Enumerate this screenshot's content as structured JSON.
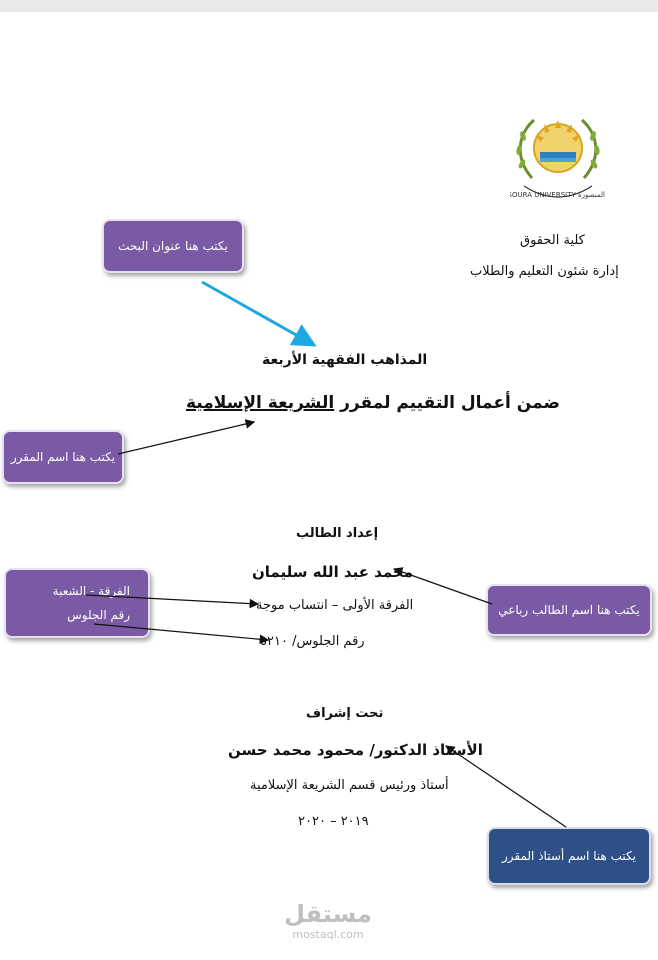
{
  "header": {
    "faculty": "كلية الحقوق",
    "administration": "إدارة شئون التعليم والطلاب",
    "logo_text": "MANSOURA UNIVERSITY جامعة المنصورة"
  },
  "document": {
    "research_title": "المذاهب الفقهية الأربعة",
    "course_prefix": "ضمن أعمال التقييم لمقرر ",
    "course_name": "الشريعة الإسلامية",
    "prepared_by_label": "إعداد الطالب",
    "student_name": "محمد عبد الله سليمان",
    "year_division": "الفرقة الأولى – انتساب موجة",
    "seat_number": "رقم الجلوس/ ٥٢١٠",
    "supervision_label": "تحت إشراف",
    "professor_name": "الأستاذ الدكتور/ محمود محمد حسن",
    "professor_role": "أستاذ ورئيس قسم الشريعة الإسلامية",
    "academic_year": "٢٠١٩ – ٢٠٢٠"
  },
  "callouts": {
    "research_title_note": "يكتب هنا عنوان البحث",
    "course_name_note": "يكتب هنا اسم المقرر",
    "year_note": "الفرقة - الشعبة",
    "seat_note": "رقم الجلوس",
    "student_note": "يكتب هنا اسم الطالب رباعي",
    "professor_note": "يكتب هنا اسم أستاذ المقرر"
  },
  "watermark": {
    "brand": "مستقل",
    "domain": "mostaql.com"
  },
  "colors": {
    "callout_purple": "#7a5aa4",
    "callout_blue": "#2e4f88",
    "arrow_blue": "#1ea7e1"
  }
}
